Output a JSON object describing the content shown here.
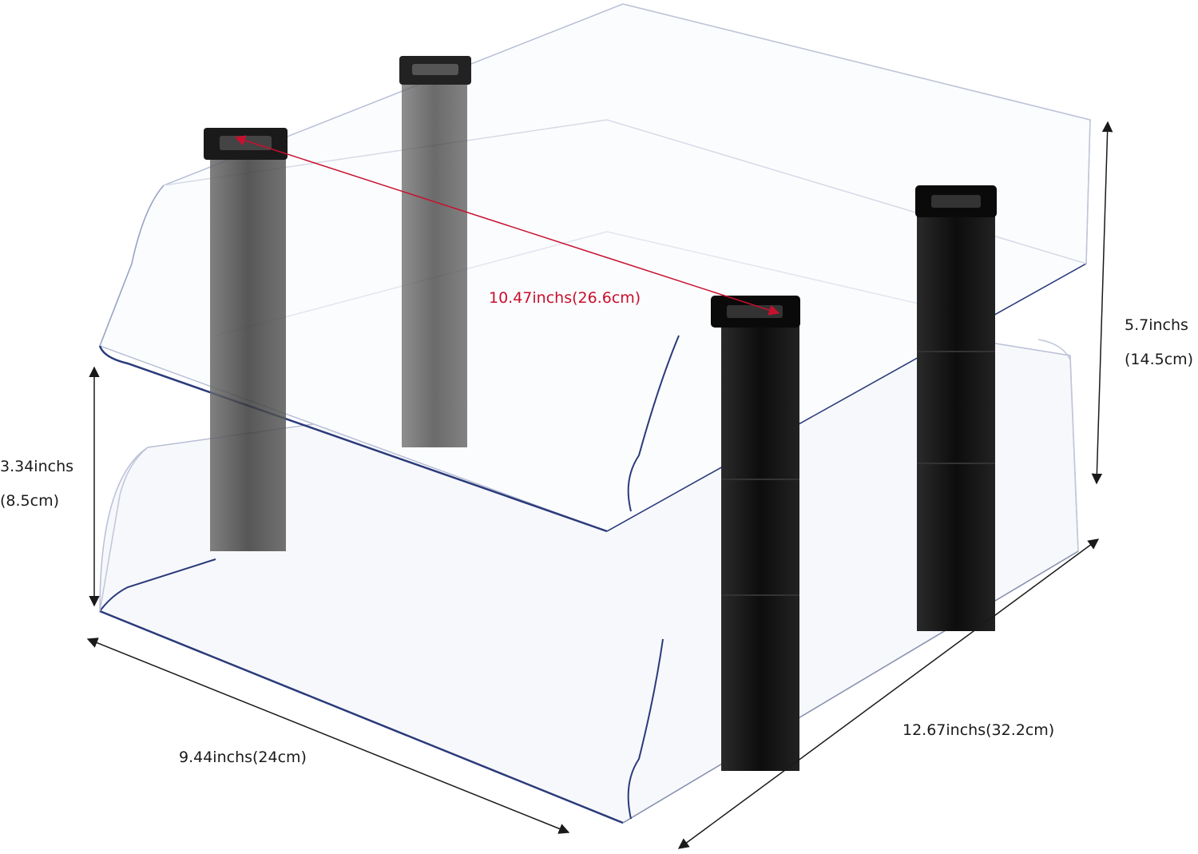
{
  "dimensions": {
    "diagonal": "10.47inchs(26.6cm)",
    "total_height_in": "5.7inchs",
    "total_height_cm": "(14.5cm)",
    "tier_height_in": "3.34inchs",
    "tier_height_cm": "(8.5cm)",
    "width": "9.44inchs(24cm)",
    "depth": "12.67inchs(32.2cm)"
  },
  "colors": {
    "dimension_line": "#1a1a1a",
    "highlight_line": "#c8102e",
    "post": "#111111",
    "tray_edge": "#2a3a7a"
  }
}
